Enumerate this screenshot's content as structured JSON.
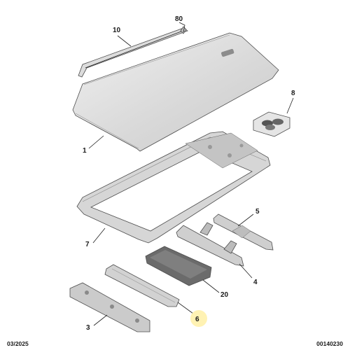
{
  "callouts": {
    "c10": "10",
    "c80": "80",
    "c8": "8",
    "c1": "1",
    "c7": "7",
    "c5": "5",
    "c4": "4",
    "c20": "20",
    "c6": "6",
    "c3": "3"
  },
  "footer": {
    "date": "03/2025",
    "reference": "00140230"
  },
  "colors": {
    "panel_fill": "#dedede",
    "part_stroke": "#4d4d4d",
    "highlight_badge": "#fff2b3"
  }
}
